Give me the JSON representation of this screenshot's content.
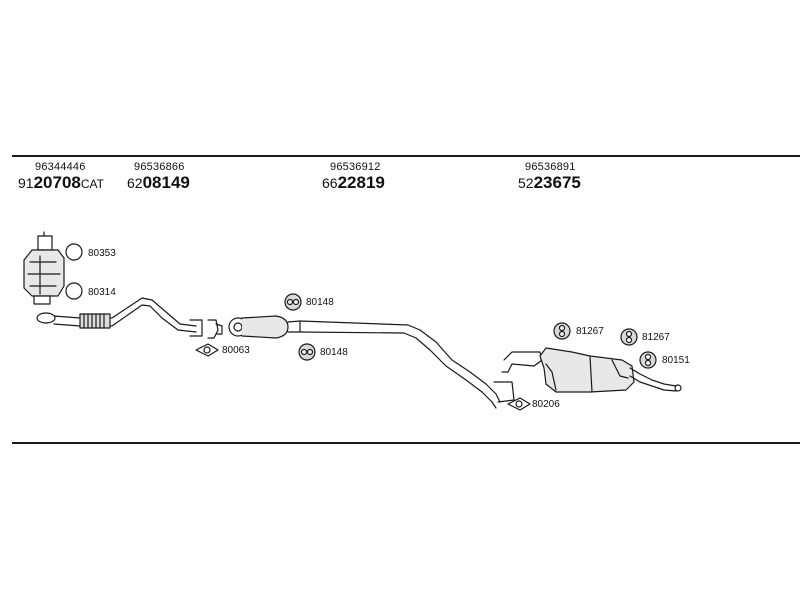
{
  "sections": [
    {
      "oem": "96344446",
      "prefix": "91",
      "code": "20708",
      "suffix": "CAT"
    },
    {
      "oem": "96536866",
      "prefix": "62",
      "code": "08149",
      "suffix": ""
    },
    {
      "oem": "96536912",
      "prefix": "66",
      "code": "22819",
      "suffix": ""
    },
    {
      "oem": "96536891",
      "prefix": "52",
      "code": "23675",
      "suffix": ""
    }
  ],
  "parts": {
    "p80353": "80353",
    "p80314": "80314",
    "p80063": "80063",
    "p80148a": "80148",
    "p80148b": "80148",
    "p81267a": "81267",
    "p81267b": "81267",
    "p80151": "80151",
    "p80206": "80206"
  },
  "colors": {
    "line": "#1a1a1a",
    "part_fill": "#d9d9d9"
  }
}
